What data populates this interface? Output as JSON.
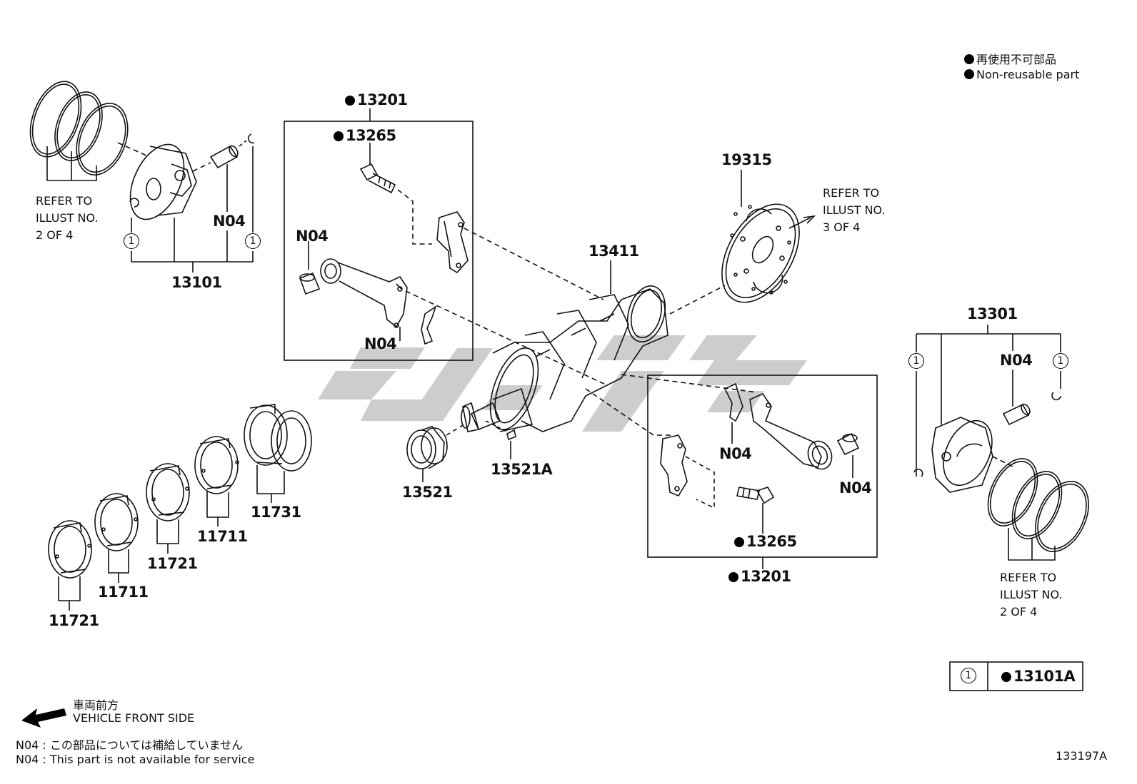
{
  "legend": {
    "marker_ja": "再使用不可部品",
    "marker_en": "Non-reusable part"
  },
  "parts": {
    "p13201_top": "13201",
    "p13265_top": "13265",
    "p19315": "19315",
    "p13411": "13411",
    "p13101": "13101",
    "n04_pin_left": "N04",
    "n04_bush_top": "N04",
    "n04_rod_top": "N04",
    "p13301": "13301",
    "n04_pin_right": "N04",
    "n04_bearing_bottom": "N04",
    "n04_bush_bottom": "N04",
    "p13265_bottom": "13265",
    "p13201_bottom": "13201",
    "p13521": "13521",
    "p13521A": "13521A",
    "p11731": "11731",
    "p11711_a": "11711",
    "p11721_a": "11721",
    "p11711_b": "11711",
    "p11721_b": "11721"
  },
  "refs": {
    "left": [
      "REFER TO",
      "ILLUST NO.",
      "2 OF 4"
    ],
    "flywheel": [
      "REFER TO",
      "ILLUST NO.",
      "3 OF 4"
    ],
    "right": [
      "REFER TO",
      "ILLUST NO.",
      "2 OF 4"
    ]
  },
  "circle_marks": {
    "c1": "1",
    "c2": "1",
    "c3": "1",
    "c4": "1"
  },
  "key_table": {
    "symbol": "1",
    "part": "13101A"
  },
  "front": {
    "ja": "車両前方",
    "en": "VEHICLE FRONT SIDE"
  },
  "footnote": {
    "ja": "N04 : この部品については補給していません",
    "en": "N04 : This part is not available for service"
  },
  "illust_id": "133197A",
  "colors": {
    "watermark": "#c8c8c8",
    "line": "#111111"
  }
}
